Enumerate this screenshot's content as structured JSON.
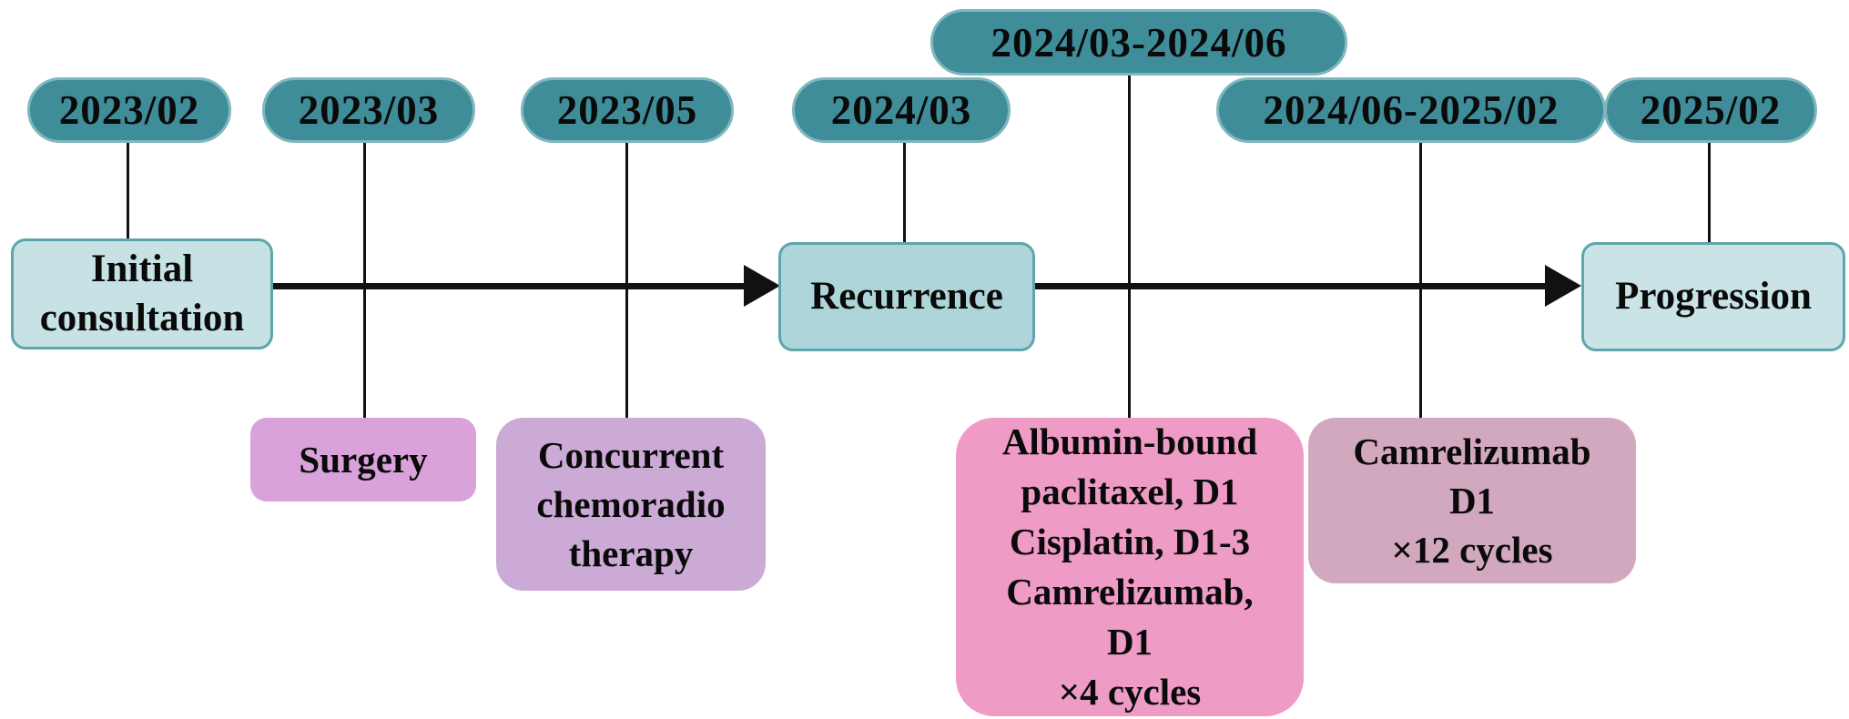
{
  "diagram_type": "patient treatment timeline",
  "palette": {
    "pill_fill": "#3F8D99",
    "pill_border": "#7FB7BF",
    "milestone_border": "#5FA5AE",
    "milestone_fill_initial": "#C6E2E4",
    "milestone_fill_recurrence": "#AED6DA",
    "milestone_fill_progression": "#C9E3E6",
    "treatment_fill_surgery": "#D9A2DA",
    "treatment_fill_chemoradio": "#CBAAD5",
    "treatment_fill_chemo_immuno": "#EE9BC6",
    "treatment_fill_camrelizumab": "#D2A8BF",
    "line_color": "#111111",
    "text_color": "#0A0A0A"
  },
  "timeline": {
    "date_pills": [
      {
        "label": "2023/02"
      },
      {
        "label": "2023/03"
      },
      {
        "label": "2023/05"
      },
      {
        "label": "2024/03"
      },
      {
        "label": "2024/03-2024/06"
      },
      {
        "label": "2024/06-2025/02"
      },
      {
        "label": "2025/02"
      }
    ],
    "milestones": [
      {
        "label": "Initial\nconsultation",
        "date": "2023/02"
      },
      {
        "label": "Recurrence",
        "date": "2024/03"
      },
      {
        "label": "Progression",
        "date": "2025/02"
      }
    ],
    "treatments": [
      {
        "label": "Surgery",
        "date": "2023/03"
      },
      {
        "label": "Concurrent\nchemoradio\ntherapy",
        "date": "2023/05"
      },
      {
        "label": "Albumin-bound\npaclitaxel, D1\nCisplatin, D1-3\nCamrelizumab,\nD1\n×4 cycles",
        "date": "2024/03-2024/06"
      },
      {
        "label": "Camrelizumab\nD1\n×12 cycles",
        "date": "2024/06-2025/02"
      }
    ]
  }
}
